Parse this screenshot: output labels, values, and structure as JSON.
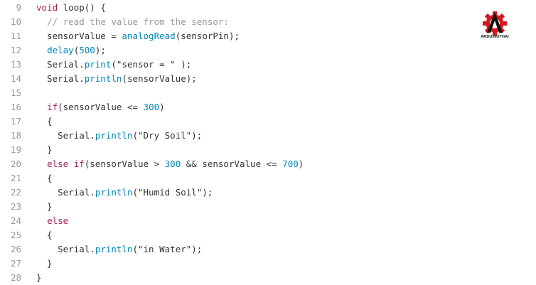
{
  "editor": {
    "colors": {
      "background": "#ffffff",
      "line_number": "#999999",
      "plain": "#333333",
      "keyword": "#a71d5d",
      "call": "#0086b3",
      "number": "#0086b3",
      "comment": "#969896"
    },
    "lines": [
      {
        "number": "9",
        "tokens": [
          {
            "t": "keyword",
            "v": "void"
          },
          {
            "t": "plain",
            "v": " loop() {"
          }
        ]
      },
      {
        "number": "10",
        "tokens": [
          {
            "t": "plain",
            "v": "  "
          },
          {
            "t": "comment",
            "v": "// read the value from the sensor:"
          }
        ]
      },
      {
        "number": "11",
        "tokens": [
          {
            "t": "plain",
            "v": "  sensorValue = "
          },
          {
            "t": "call",
            "v": "analogRead"
          },
          {
            "t": "plain",
            "v": "(sensorPin);"
          }
        ]
      },
      {
        "number": "12",
        "tokens": [
          {
            "t": "plain",
            "v": "  "
          },
          {
            "t": "call",
            "v": "delay"
          },
          {
            "t": "plain",
            "v": "("
          },
          {
            "t": "number",
            "v": "500"
          },
          {
            "t": "plain",
            "v": ");"
          }
        ]
      },
      {
        "number": "13",
        "tokens": [
          {
            "t": "plain",
            "v": "  Serial."
          },
          {
            "t": "call",
            "v": "print"
          },
          {
            "t": "plain",
            "v": "(\"sensor = \" );"
          }
        ]
      },
      {
        "number": "14",
        "tokens": [
          {
            "t": "plain",
            "v": "  Serial."
          },
          {
            "t": "call",
            "v": "println"
          },
          {
            "t": "plain",
            "v": "(sensorValue);"
          }
        ]
      },
      {
        "number": "15",
        "tokens": []
      },
      {
        "number": "16",
        "tokens": [
          {
            "t": "plain",
            "v": "  "
          },
          {
            "t": "keyword",
            "v": "if"
          },
          {
            "t": "plain",
            "v": "(sensorValue <= "
          },
          {
            "t": "number",
            "v": "300"
          },
          {
            "t": "plain",
            "v": ")"
          }
        ]
      },
      {
        "number": "17",
        "tokens": [
          {
            "t": "plain",
            "v": "  {"
          }
        ]
      },
      {
        "number": "18",
        "tokens": [
          {
            "t": "plain",
            "v": "    Serial."
          },
          {
            "t": "call",
            "v": "println"
          },
          {
            "t": "plain",
            "v": "(\"Dry Soil\");"
          }
        ]
      },
      {
        "number": "19",
        "tokens": [
          {
            "t": "plain",
            "v": "  }"
          }
        ]
      },
      {
        "number": "20",
        "tokens": [
          {
            "t": "plain",
            "v": "  "
          },
          {
            "t": "keyword",
            "v": "else if"
          },
          {
            "t": "plain",
            "v": "(sensorValue > "
          },
          {
            "t": "number",
            "v": "300"
          },
          {
            "t": "plain",
            "v": " && sensorValue <= "
          },
          {
            "t": "number",
            "v": "700"
          },
          {
            "t": "plain",
            "v": ")"
          }
        ]
      },
      {
        "number": "21",
        "tokens": [
          {
            "t": "plain",
            "v": "  {"
          }
        ]
      },
      {
        "number": "22",
        "tokens": [
          {
            "t": "plain",
            "v": "    Serial."
          },
          {
            "t": "call",
            "v": "println"
          },
          {
            "t": "plain",
            "v": "(\"Humid Soil\");"
          }
        ]
      },
      {
        "number": "23",
        "tokens": [
          {
            "t": "plain",
            "v": "  }"
          }
        ]
      },
      {
        "number": "24",
        "tokens": [
          {
            "t": "plain",
            "v": "  "
          },
          {
            "t": "keyword",
            "v": "else"
          }
        ]
      },
      {
        "number": "25",
        "tokens": [
          {
            "t": "plain",
            "v": "  {"
          }
        ]
      },
      {
        "number": "26",
        "tokens": [
          {
            "t": "plain",
            "v": "    Serial."
          },
          {
            "t": "call",
            "v": "println"
          },
          {
            "t": "plain",
            "v": "(\"in Water\");"
          }
        ]
      },
      {
        "number": "27",
        "tokens": [
          {
            "t": "plain",
            "v": "  }"
          }
        ]
      },
      {
        "number": "28",
        "tokens": [
          {
            "t": "plain",
            "v": "}"
          }
        ]
      }
    ]
  },
  "logo": {
    "icon": "arduinothai-gear-logo-icon",
    "caption": "ARDUINOTHAI",
    "colors": {
      "gear": "#d7191f",
      "letter": "#111111"
    }
  }
}
